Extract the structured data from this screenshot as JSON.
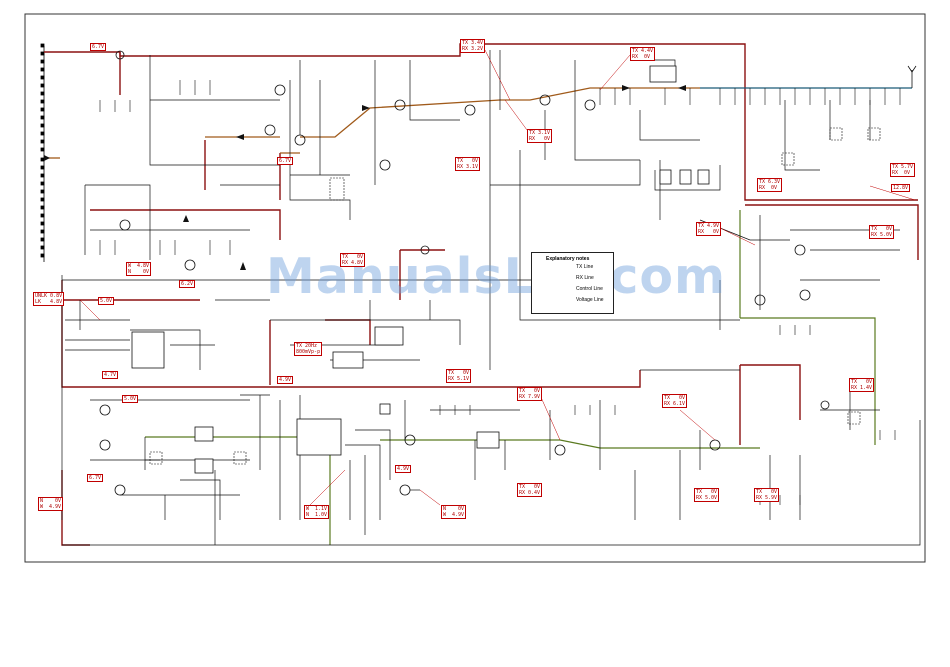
{
  "watermark": "ManualsLib.com",
  "legend": {
    "title": "Explanatory notes",
    "items": [
      {
        "label": "TX Line",
        "color": "#000000",
        "style": "tx"
      },
      {
        "label": "RX Line",
        "color": "#000000",
        "style": "rx"
      },
      {
        "label": "Control Line",
        "color": "#000000",
        "style": "control"
      },
      {
        "label": "Voltage Line",
        "color": "#000000",
        "style": "voltage"
      }
    ]
  },
  "labels": [
    {
      "id": "lbl-1",
      "text": "6.7V"
    },
    {
      "id": "lbl-2",
      "text": "TX 3.4V\nRX 3.2V"
    },
    {
      "id": "lbl-3",
      "text": "TX 4.4V\nRX  0V"
    },
    {
      "id": "lbl-4",
      "text": "TX 3.1V\nRX   0V"
    },
    {
      "id": "lbl-5",
      "text": "TX   0V\nRX 3.1V"
    },
    {
      "id": "lbl-6",
      "text": "6.7V"
    },
    {
      "id": "lbl-7",
      "text": "TX 6.3V\nRX  0V"
    },
    {
      "id": "lbl-8",
      "text": "TX 5.7V\nRX  0V"
    },
    {
      "id": "lbl-9",
      "text": "12.8V"
    },
    {
      "id": "lbl-10",
      "text": "TX 4.9V\nRX   0V"
    },
    {
      "id": "lbl-11",
      "text": "TX   0V\nRX 5.0V"
    },
    {
      "id": "lbl-12",
      "text": "TX   0V\nRX 4.8V"
    },
    {
      "id": "lbl-13",
      "text": "W  4.8V\nN    0V"
    },
    {
      "id": "lbl-14",
      "text": "6.2V"
    },
    {
      "id": "lbl-15",
      "text": "UNLK 0.8V\nLK   4.8V"
    },
    {
      "id": "lbl-16",
      "text": "5.0V"
    },
    {
      "id": "lbl-17",
      "text": "TX 20Hz\n800mVp-p"
    },
    {
      "id": "lbl-18",
      "text": "4.9V"
    },
    {
      "id": "lbl-19",
      "text": "TX   0V\nRX 5.1V"
    },
    {
      "id": "lbl-20",
      "text": "4.7V"
    },
    {
      "id": "lbl-21",
      "text": "5.0V"
    },
    {
      "id": "lbl-22",
      "text": "TX   0V\nRX 7.9V"
    },
    {
      "id": "lbl-23",
      "text": "TX   0V\nRX 6.1V"
    },
    {
      "id": "lbl-24",
      "text": "TX   0V\nRX 1.4V"
    },
    {
      "id": "lbl-25",
      "text": "6.7V"
    },
    {
      "id": "lbl-26",
      "text": "4.9V"
    },
    {
      "id": "lbl-27",
      "text": "TX   0V\nRX 0.4V"
    },
    {
      "id": "lbl-28",
      "text": "TX   0V\nRX 5.0V"
    },
    {
      "id": "lbl-29",
      "text": "TX   0V\nRX 5.9V"
    },
    {
      "id": "lbl-30",
      "text": "N    0V\nW  4.9V"
    },
    {
      "id": "lbl-31",
      "text": "W  1.1V\nN  1.0V"
    },
    {
      "id": "lbl-32",
      "text": "N    0V\nW  4.9V"
    }
  ]
}
